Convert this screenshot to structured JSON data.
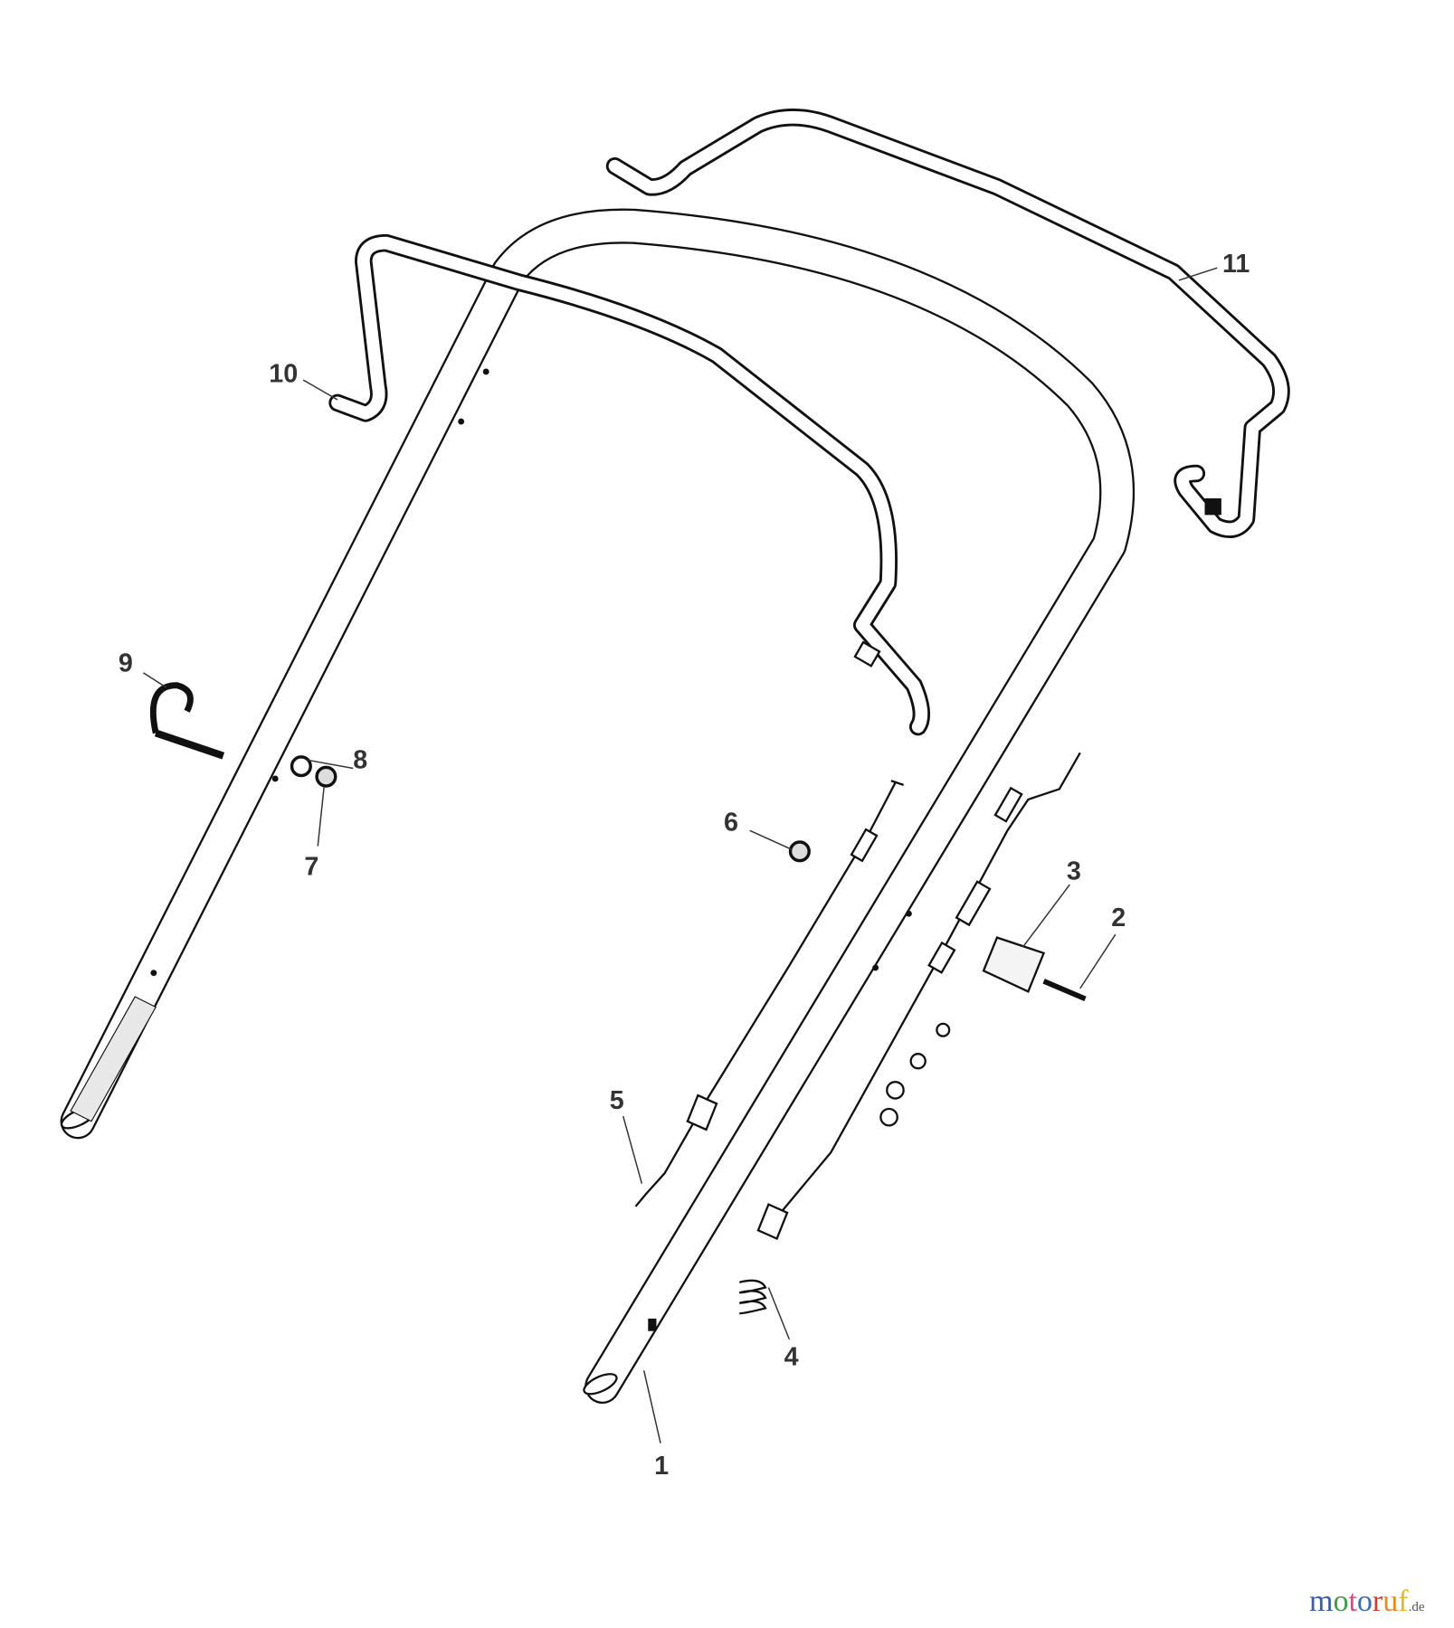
{
  "callouts": [
    "1",
    "2",
    "3",
    "4",
    "5",
    "6",
    "7",
    "8",
    "9",
    "10",
    "11"
  ],
  "logo": {
    "name": "motoruf",
    "suffix": ".de",
    "letter_colors": [
      "#3b5ca8",
      "#3f9b47",
      "#d9487f",
      "#3b6cb8",
      "#d23a2f",
      "#e58a1f",
      "#e6b91e"
    ]
  }
}
